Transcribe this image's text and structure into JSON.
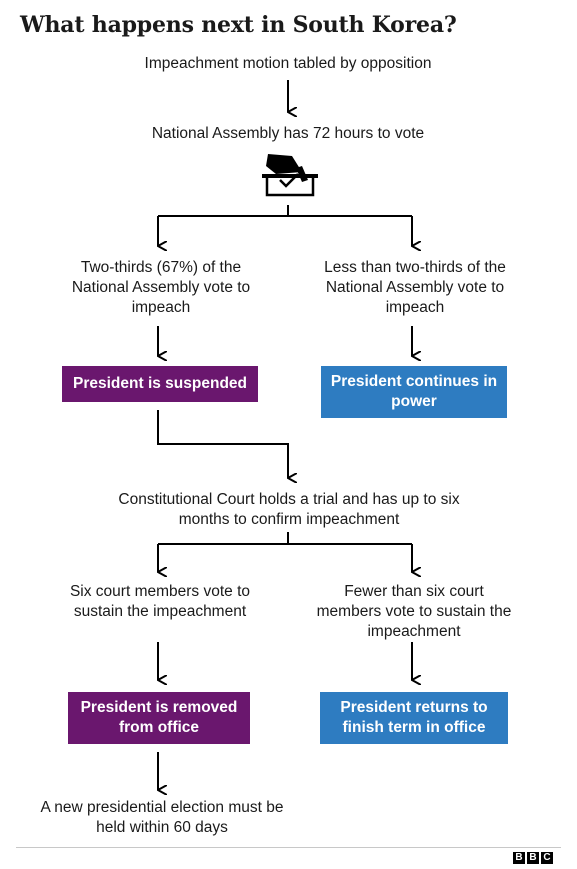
{
  "title": "What happens next in South Korea?",
  "steps": {
    "motion": "Impeachment motion tabled by opposition",
    "vote_window": "National Assembly has 72 hours to vote",
    "two_thirds": "Two-thirds (67%) of the National Assembly vote to impeach",
    "less_two_thirds": "Less than two-thirds of the National Assembly vote to impeach",
    "suspended": "President is suspended",
    "continues": "President continues in power",
    "court": "Constitutional Court holds a trial and has up to six months to confirm impeachment",
    "six_members": "Six court members vote to sustain the impeachment",
    "fewer_members": "Fewer than six court members vote to sustain the impeachment",
    "removed": "President is removed from office",
    "returns": "President returns to finish term in office",
    "election": "A new presidential election must be held within 60 days"
  },
  "icons": {
    "ballot": "ballot-box-icon"
  },
  "logo": {
    "letters": [
      "B",
      "B",
      "C"
    ]
  },
  "colors": {
    "purple": "#6a176e",
    "blue": "#2e7cc1",
    "line": "#000000"
  }
}
